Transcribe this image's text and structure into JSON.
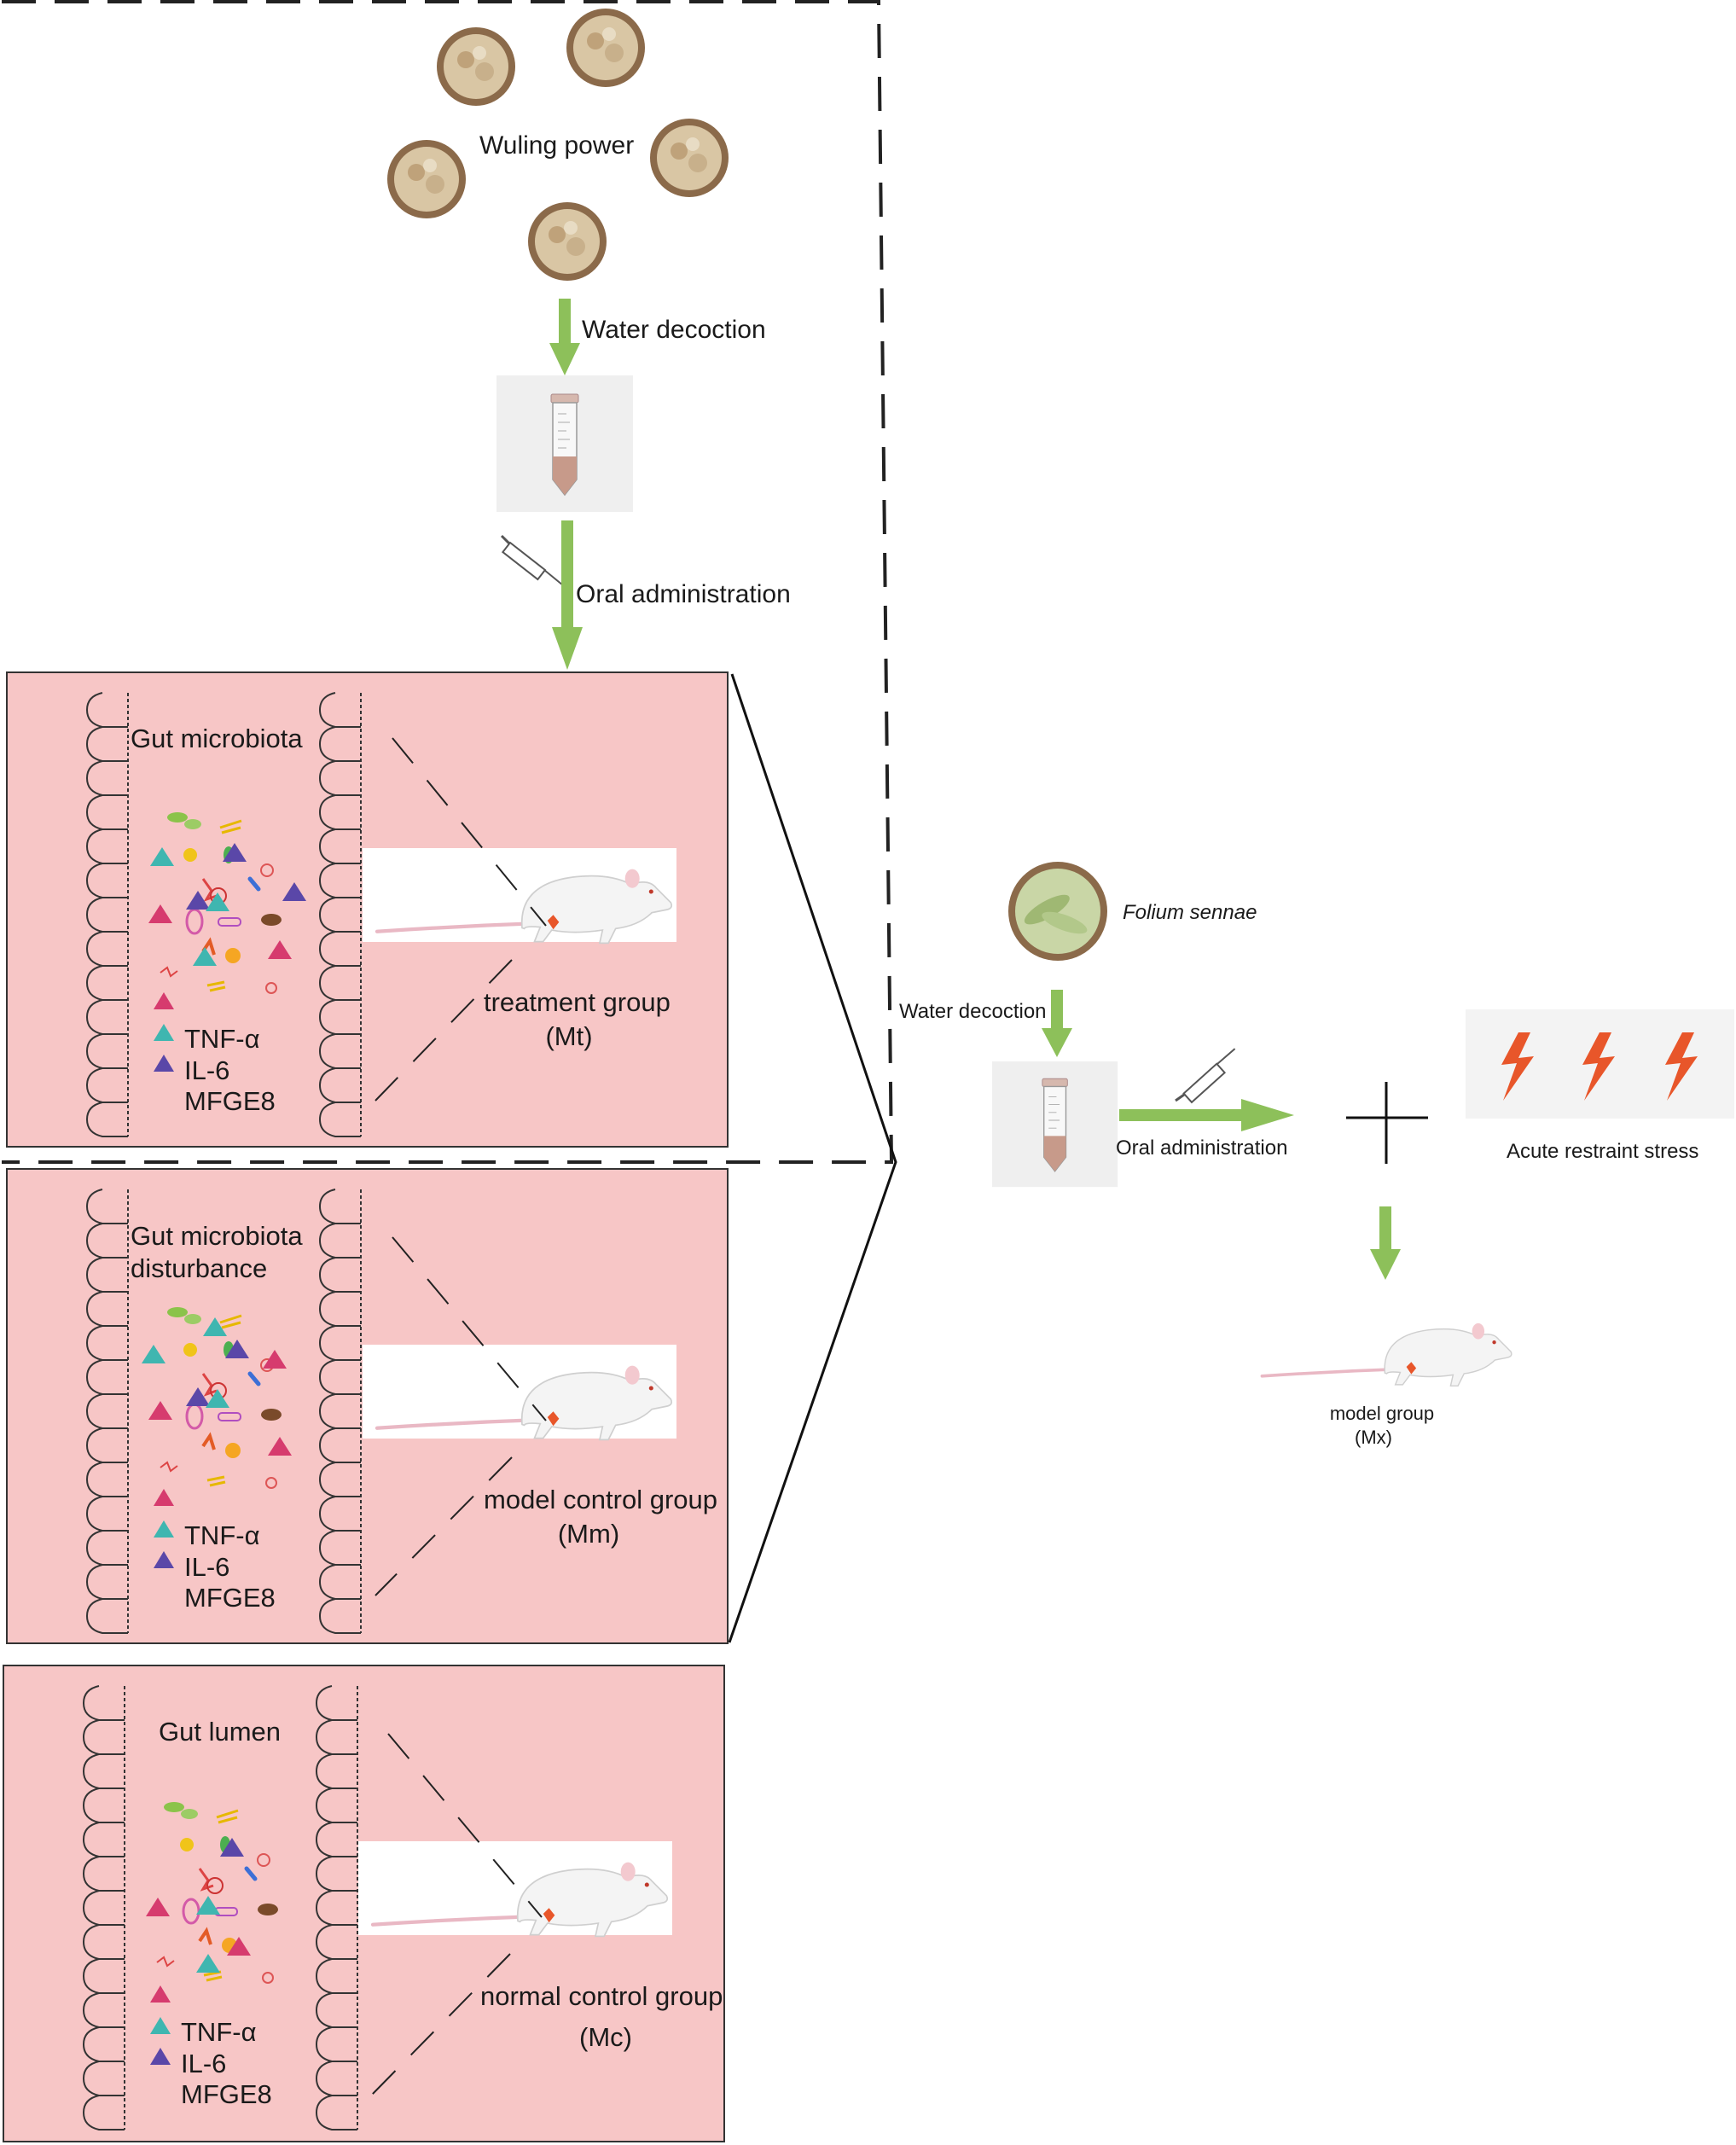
{
  "top": {
    "herb_title": "Wuling power",
    "step1": "Water decoction",
    "step2": "Oral administration"
  },
  "panels": [
    {
      "title": "Gut microbiota",
      "group": "treatment group",
      "code": "(Mt)",
      "markers": [
        "TNF-α",
        "IL-6",
        "MFGE8"
      ]
    },
    {
      "title": "Gut microbiota\ndisturbance",
      "group": "model control group",
      "code": "(Mm)",
      "markers": [
        "TNF-α",
        "IL-6",
        "MFGE8"
      ]
    },
    {
      "title": "Gut lumen",
      "group": "normal control group",
      "code": "(Mc)",
      "markers": [
        "TNF-α",
        "IL-6",
        "MFGE8"
      ]
    }
  ],
  "right": {
    "herb": "Folium sennae",
    "step1": "Water decoction",
    "step2": "Oral administration",
    "stress": "Acute restraint stress",
    "group": "model group",
    "code": "(Mx)"
  },
  "colors": {
    "panel_bg": "#f7c6c6",
    "arrow_green": "#8dc05a",
    "tnf_marker": "#d63b6e",
    "il6_marker": "#3fb6b0",
    "mfge8_marker": "#5a47a8",
    "lightning": "#e8562a"
  },
  "icons": [
    "herb-bowl-icon",
    "tube-icon",
    "syringe-icon",
    "rat-icon",
    "villi-icon",
    "bacteria-icon",
    "lightning-icon",
    "plus-icon",
    "arrow-icon"
  ]
}
